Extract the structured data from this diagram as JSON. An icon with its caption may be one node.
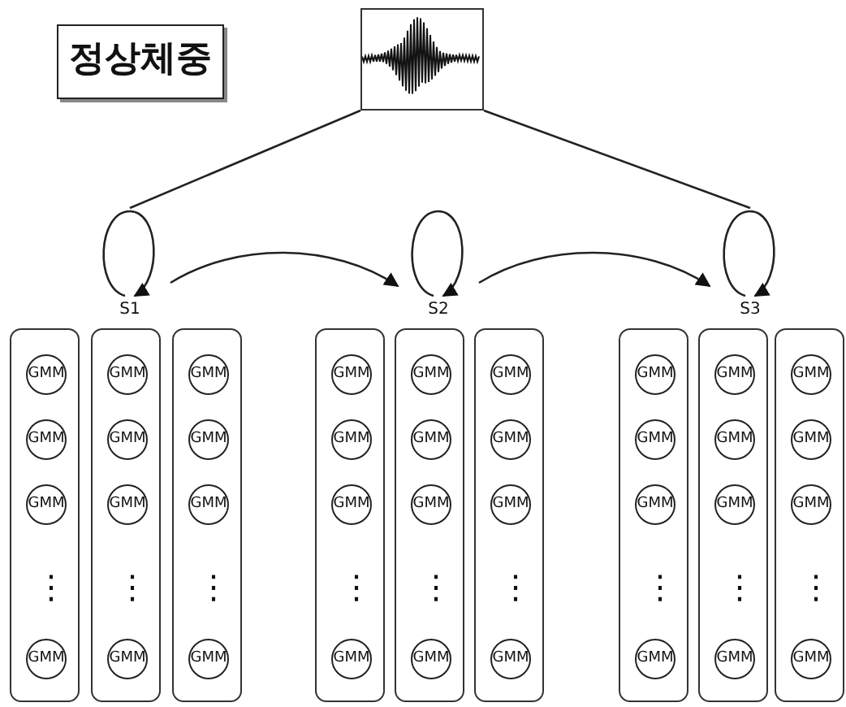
{
  "diagram": {
    "nodes": [
      {
        "text": [
          "정상체중"
        ]
      },
      {
        "text": [],
        "shape": "picture"
      },
      {
        "text": [
          "S1"
        ]
      },
      {
        "text": [
          "S2"
        ]
      },
      {
        "text": [
          "S3"
        ]
      },
      {
        "text": [],
        "shape": "box"
      },
      {
        "text": [
          "GMM"
        ],
        "in": 5
      },
      {
        "text": [
          "GMM"
        ],
        "in": 5
      },
      {
        "text": [
          "GMM"
        ],
        "in": 5
      },
      {
        "text": [
          "GMM"
        ],
        "in": 5
      },
      {
        "text": [],
        "shape": "box"
      },
      {
        "text": [
          "GMM"
        ],
        "in": 10
      },
      {
        "text": [
          "GMM"
        ],
        "in": 10
      },
      {
        "text": [
          "GMM"
        ],
        "in": 10
      },
      {
        "text": [
          "GMM"
        ],
        "in": 10
      },
      {
        "text": [],
        "shape": "box"
      },
      {
        "text": [
          "GMM"
        ],
        "in": 15
      },
      {
        "text": [
          "GMM"
        ],
        "in": 15
      },
      {
        "text": [
          "GMM"
        ],
        "in": 15
      },
      {
        "text": [
          "GMM"
        ],
        "in": 15
      },
      {
        "text": [],
        "shape": "box"
      },
      {
        "text": [
          "GMM"
        ],
        "in": 20
      },
      {
        "text": [
          "GMM"
        ],
        "in": 20
      },
      {
        "text": [
          "GMM"
        ],
        "in": 20
      },
      {
        "text": [
          "GMM"
        ],
        "in": 20
      },
      {
        "text": [],
        "shape": "box"
      },
      {
        "text": [
          "GMM"
        ],
        "in": 25
      },
      {
        "text": [
          "GMM"
        ],
        "in": 25
      },
      {
        "text": [
          "GMM"
        ],
        "in": 25
      },
      {
        "text": [
          "GMM"
        ],
        "in": 25
      },
      {
        "text": [],
        "shape": "box"
      },
      {
        "text": [
          "GMM"
        ],
        "in": 30
      },
      {
        "text": [
          "GMM"
        ],
        "in": 30
      },
      {
        "text": [
          "GMM"
        ],
        "in": 30
      },
      {
        "text": [
          "GMM"
        ],
        "in": 30
      },
      {
        "text": [],
        "shape": "box"
      },
      {
        "text": [
          "GMM"
        ],
        "in": 35
      },
      {
        "text": [
          "GMM"
        ],
        "in": 35
      },
      {
        "text": [
          "GMM"
        ],
        "in": 35
      },
      {
        "text": [
          "GMM"
        ],
        "in": 35
      },
      {
        "text": [],
        "shape": "box"
      },
      {
        "text": [
          "GMM"
        ],
        "in": 40
      },
      {
        "text": [
          "GMM"
        ],
        "in": 40
      },
      {
        "text": [
          "GMM"
        ],
        "in": 40
      },
      {
        "text": [
          "GMM"
        ],
        "in": 40
      },
      {
        "text": [],
        "shape": "box"
      },
      {
        "text": [
          "GMM"
        ],
        "in": 45
      },
      {
        "text": [
          "GMM"
        ],
        "in": 45
      },
      {
        "text": [
          "GMM"
        ],
        "in": 45
      },
      {
        "text": [
          "GMM"
        ],
        "in": 45
      }
    ],
    "edges": [
      {
        "from": 1,
        "to": 2,
        "arrow": "none"
      },
      {
        "from": 1,
        "to": 4,
        "arrow": "none"
      },
      {
        "from": 2,
        "to": 2,
        "arrow": "to"
      },
      {
        "from": 3,
        "to": 3,
        "arrow": "to"
      },
      {
        "from": 4,
        "to": 4,
        "arrow": "to"
      },
      {
        "from": 2,
        "to": 3,
        "arrow": "to"
      },
      {
        "from": 3,
        "to": 4,
        "arrow": "to"
      }
    ],
    "labels": [
      "⋮",
      "⋮",
      "⋮",
      "⋮",
      "⋮",
      "⋮",
      "⋮",
      "⋮",
      "⋮"
    ]
  }
}
